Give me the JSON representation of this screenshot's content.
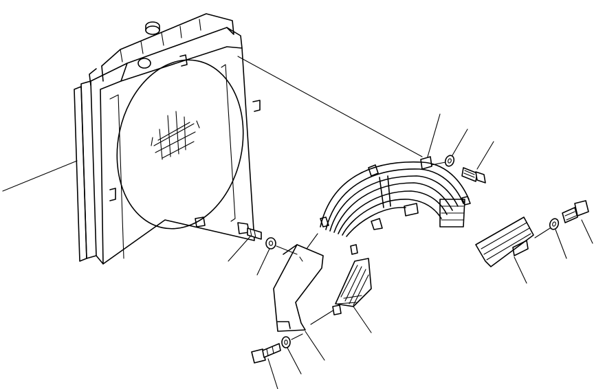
{
  "diagram": {
    "parts": [
      {
        "id": "radiator",
        "icon": "radiator-icon"
      },
      {
        "id": "fan-shroud-ring",
        "icon": "shroud-ring-icon"
      },
      {
        "id": "upper-fan-guard",
        "icon": "fan-guard-icon"
      },
      {
        "id": "left-lower-fan-guard",
        "icon": "fan-guard-icon"
      },
      {
        "id": "right-lower-fan-guard",
        "icon": "fan-guard-icon"
      },
      {
        "id": "mounting-bracket",
        "icon": "bracket-icon"
      },
      {
        "id": "bolt",
        "icon": "bolt-icon"
      },
      {
        "id": "washer",
        "icon": "washer-icon"
      }
    ],
    "leader_count": 12
  }
}
